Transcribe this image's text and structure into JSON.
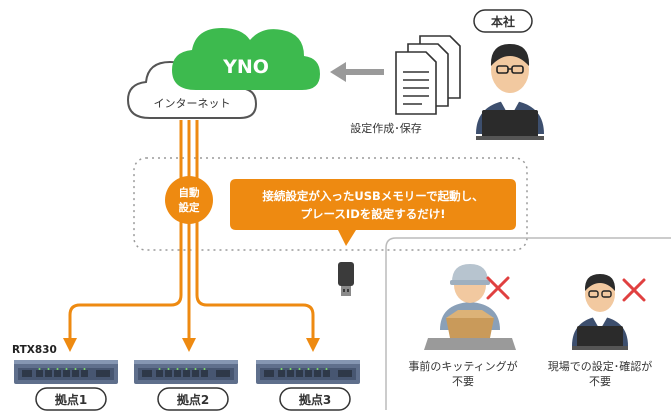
{
  "colors": {
    "green": "#3dba4e",
    "orange": "#ee8a11",
    "gray_arrow": "#9a9a9a",
    "dark": "#333333",
    "device": "#5f6f8c"
  },
  "cloud": {
    "ynos_label": "YNO",
    "internet_label": "インターネット"
  },
  "hq": {
    "badge": "本社",
    "docs_caption": "設定作成･保存",
    "icons": [
      "document-stack-icon",
      "person-with-laptop-icon"
    ]
  },
  "auto": {
    "line1": "自動",
    "line2": "設定"
  },
  "callout": {
    "line1": "接続設定が入ったUSBメモリーで起動し、",
    "line2": "プレースIDを設定するだけ!"
  },
  "usb": {
    "icon": "usb-memory-icon"
  },
  "benefits": [
    {
      "line1": "事前のキッティングが",
      "line2": "不要",
      "icon": "worker-with-box-icon",
      "mark": "red-x-icon"
    },
    {
      "line1": "現場での設定･確認が",
      "line2": "不要",
      "icon": "person-with-laptop-icon",
      "mark": "red-x-icon"
    }
  ],
  "device_model": "RTX830",
  "sites": [
    {
      "label": "拠点1"
    },
    {
      "label": "拠点2"
    },
    {
      "label": "拠点3"
    }
  ]
}
